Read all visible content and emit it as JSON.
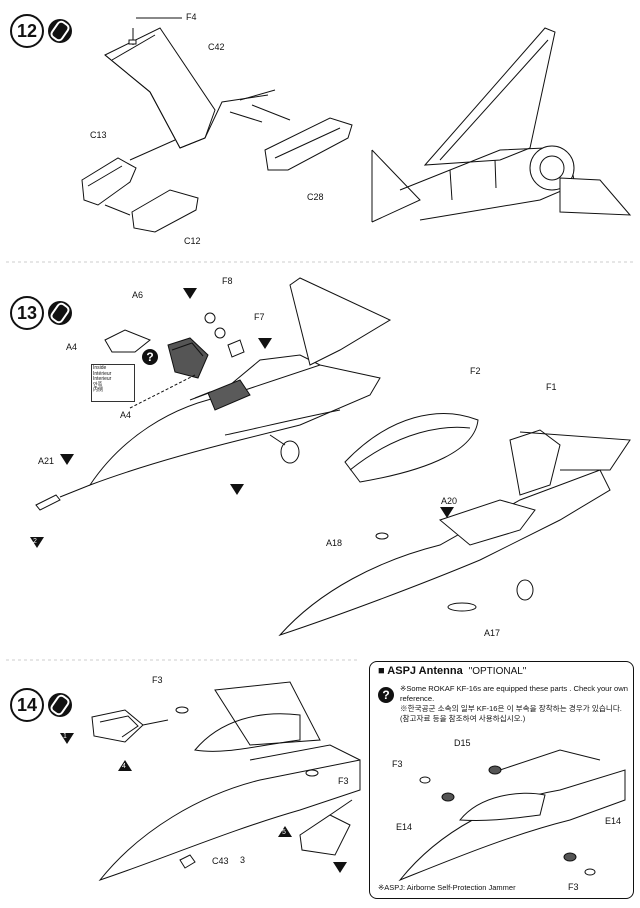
{
  "steps": {
    "s12": {
      "number": "12"
    },
    "s13": {
      "number": "13"
    },
    "s14": {
      "number": "14"
    }
  },
  "parts": {
    "F4": "F4",
    "C42": "C42",
    "C13": "C13",
    "C28": "C28",
    "C12": "C12",
    "A6": "A6",
    "F8": "F8",
    "F7": "F7",
    "A4a": "A4",
    "A4b": "A4",
    "A21": "A21",
    "F2": "F2",
    "F1": "F1",
    "A20": "A20",
    "A18": "A18",
    "A17": "A17",
    "F3a": "F3",
    "F3b": "F3",
    "C43": "C43",
    "D15": "D15",
    "F3c": "F3",
    "E14a": "E14",
    "E14b": "E14",
    "F3d": "F3"
  },
  "callouts": {
    "n1": "1",
    "n2": "2",
    "n3": "3",
    "n4": "4",
    "n5": "5"
  },
  "inside_box": {
    "lines": [
      "Inside",
      "Intérieur",
      "Interieur",
      "안쪽",
      "内侧"
    ]
  },
  "aspj": {
    "title": "ASPJ Antenna",
    "optional": "\"OPTIONAL\"",
    "note_en": "※Some ROKAF KF-16s are equipped these parts . Check your own reference.",
    "note_ko": "※한국공군 소속의 일부 KF-16은 이 부속을 장착하는 경우가 있습니다.(참고자료 등을 참조하여 사용하십시오.)",
    "footnote": "※ASPJ: Airborne Self-Protection Jammer"
  },
  "colors": {
    "ink": "#111111",
    "canopy": "#5a5a5a",
    "paper": "#ffffff"
  }
}
